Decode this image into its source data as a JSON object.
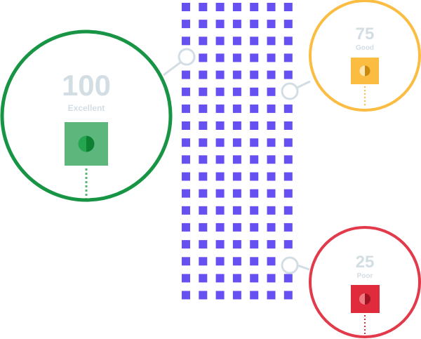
{
  "grid": {
    "rows": 18,
    "columns": 7,
    "color": "#6650f2"
  },
  "ratings": [
    {
      "id": "excellent",
      "score": "100",
      "label": "Excellent",
      "ring_color": "#179444",
      "square_color": "#5db77d",
      "dot_dark": "#0e8032",
      "dot_light": "#23a64f",
      "stem_color": "#5db77d"
    },
    {
      "id": "good",
      "score": "75",
      "label": "Good",
      "ring_color": "#fbbd41",
      "square_color": "#fbbd41",
      "dot_dark": "#c98a12",
      "dot_light": "#fde5b0",
      "stem_color": "#fbbd41"
    },
    {
      "id": "poor",
      "score": "25",
      "label": "Poor",
      "ring_color": "#e23a4a",
      "square_color": "#e02b3c",
      "dot_dark": "#9e1422",
      "dot_light": "#f07a84",
      "stem_color": "#e02b3c"
    }
  ],
  "label_color": "#d3dde4",
  "connector_color": "#d3dde4"
}
